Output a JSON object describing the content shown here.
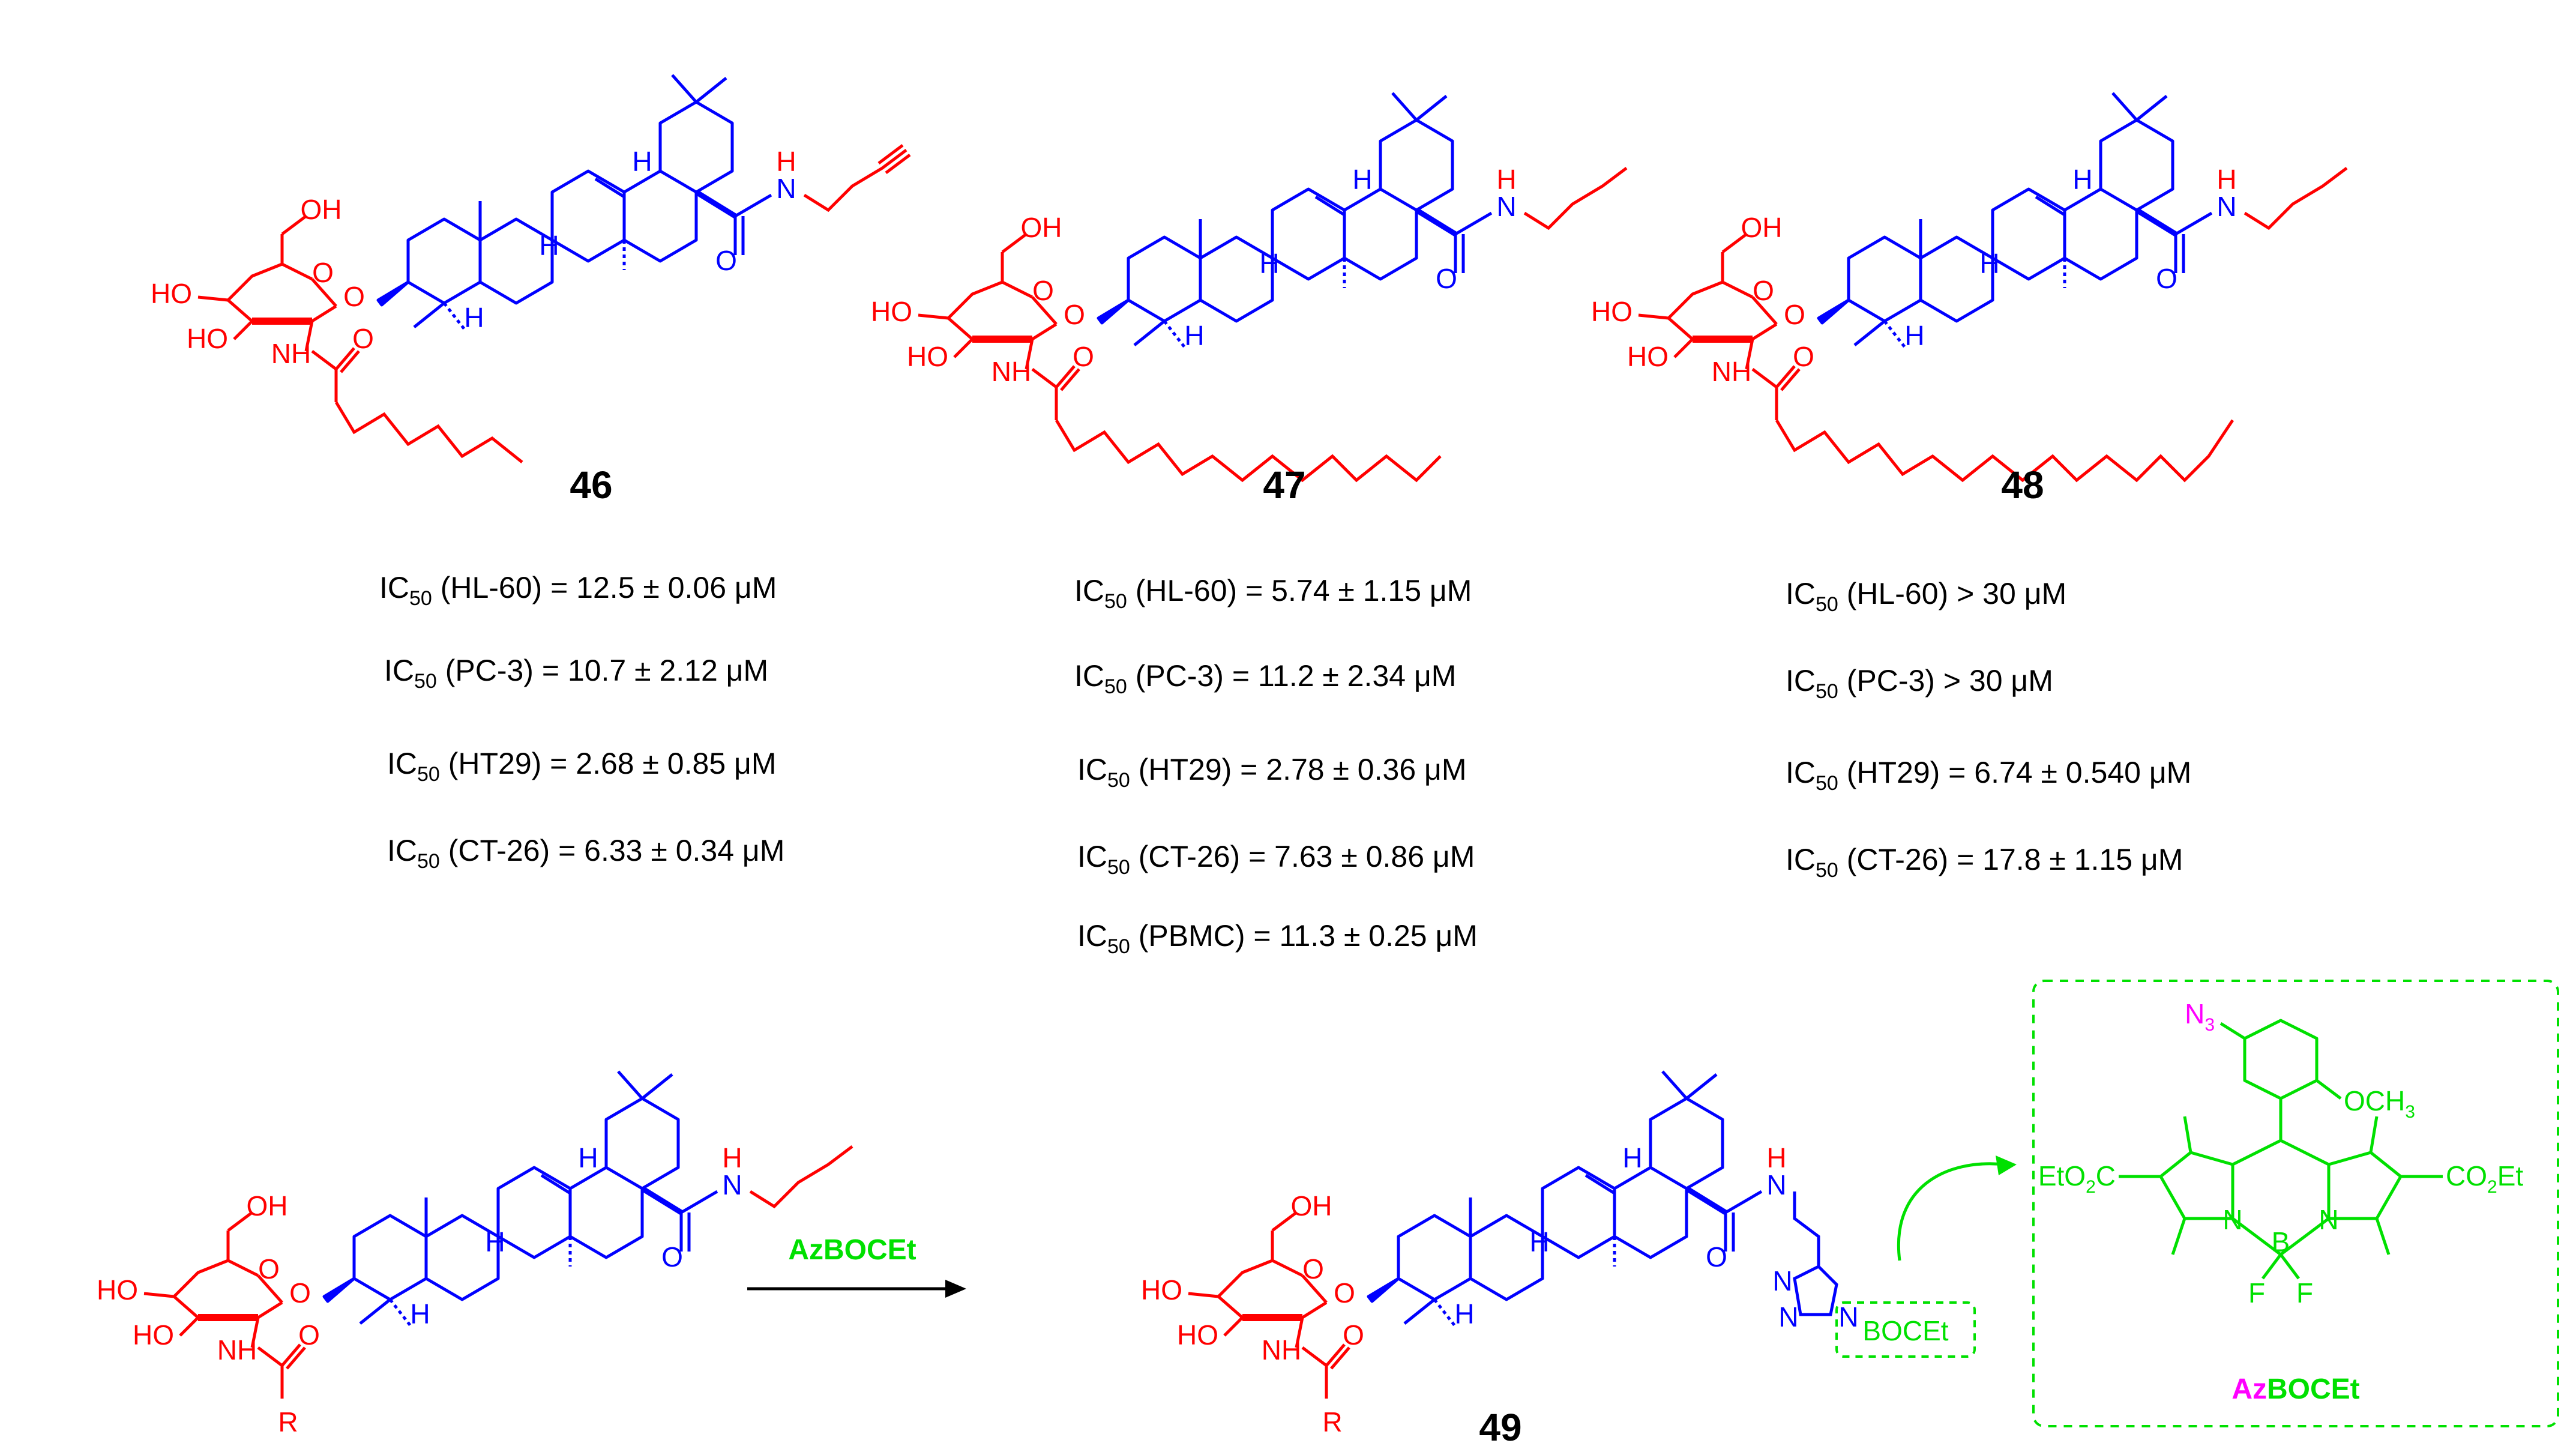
{
  "colors": {
    "sugar": "#ff0000",
    "scaffold": "#0000ff",
    "dye": "#00e000",
    "azide": "#ff00ff",
    "text": "#000000"
  },
  "compounds": [
    {
      "id": "46",
      "ic50": [
        {
          "prefix": "IC",
          "sub": "50",
          "rest": " (HL-60) = 12.5 ± 0.06 μM"
        },
        {
          "prefix": "IC",
          "sub": "50",
          "rest": " (PC-3) = 10.7 ± 2.12 μM"
        },
        {
          "prefix": "IC",
          "sub": "50",
          "rest": " (HT29) = 2.68 ± 0.85 μM"
        },
        {
          "prefix": "IC",
          "sub": "50",
          "rest": " (CT-26) = 6.33 ± 0.34 μM"
        }
      ]
    },
    {
      "id": "47",
      "ic50": [
        {
          "prefix": "IC",
          "sub": "50",
          "rest": " (HL-60) = 5.74 ± 1.15 μM"
        },
        {
          "prefix": "IC",
          "sub": "50",
          "rest": " (PC-3) = 11.2 ± 2.34 μM"
        },
        {
          "prefix": "IC",
          "sub": "50",
          "rest": " (HT29) = 2.78 ± 0.36 μM"
        },
        {
          "prefix": "IC",
          "sub": "50",
          "rest": " (CT-26) = 7.63 ± 0.86 μM"
        },
        {
          "prefix": "IC",
          "sub": "50",
          "rest": " (PBMC) = 11.3 ± 0.25 μM"
        }
      ]
    },
    {
      "id": "48",
      "ic50": [
        {
          "prefix": "IC",
          "sub": "50",
          "rest": " (HL-60) > 30 μM"
        },
        {
          "prefix": "IC",
          "sub": "50",
          "rest": " (PC-3) > 30 μM"
        },
        {
          "prefix": "IC",
          "sub": "50",
          "rest": " (HT29) = 6.74 ± 0.540 μM"
        },
        {
          "prefix": "IC",
          "sub": "50",
          "rest": " (CT-26) = 17.8 ± 1.15 μM"
        }
      ]
    }
  ],
  "product": {
    "id": "49"
  },
  "reaction": {
    "reagent": "AzBOCEt"
  },
  "dye_box": {
    "title_az": "Az",
    "title_rest": "BOCEt",
    "atoms": {
      "azide": "N",
      "azide_sub": "3",
      "methoxy": "OCH",
      "methoxy_sub": "3",
      "ester_left": "EtO",
      "ester_left_sub": "2",
      "ester_left_tail": "C",
      "ester_right": "CO",
      "ester_right_sub": "2",
      "ester_right_tail": "Et",
      "nitrogen": "N",
      "boron": "B",
      "fluorine": "F"
    }
  },
  "atoms": {
    "hydroxyl": "OH",
    "hydroxyl_left": "HO",
    "oxygen": "O",
    "amide_nh": "NH",
    "nitrogen": "N",
    "hydrogen": "H",
    "r_group": "R",
    "triazole_n": "N",
    "boc_tag": "BOCEt"
  }
}
